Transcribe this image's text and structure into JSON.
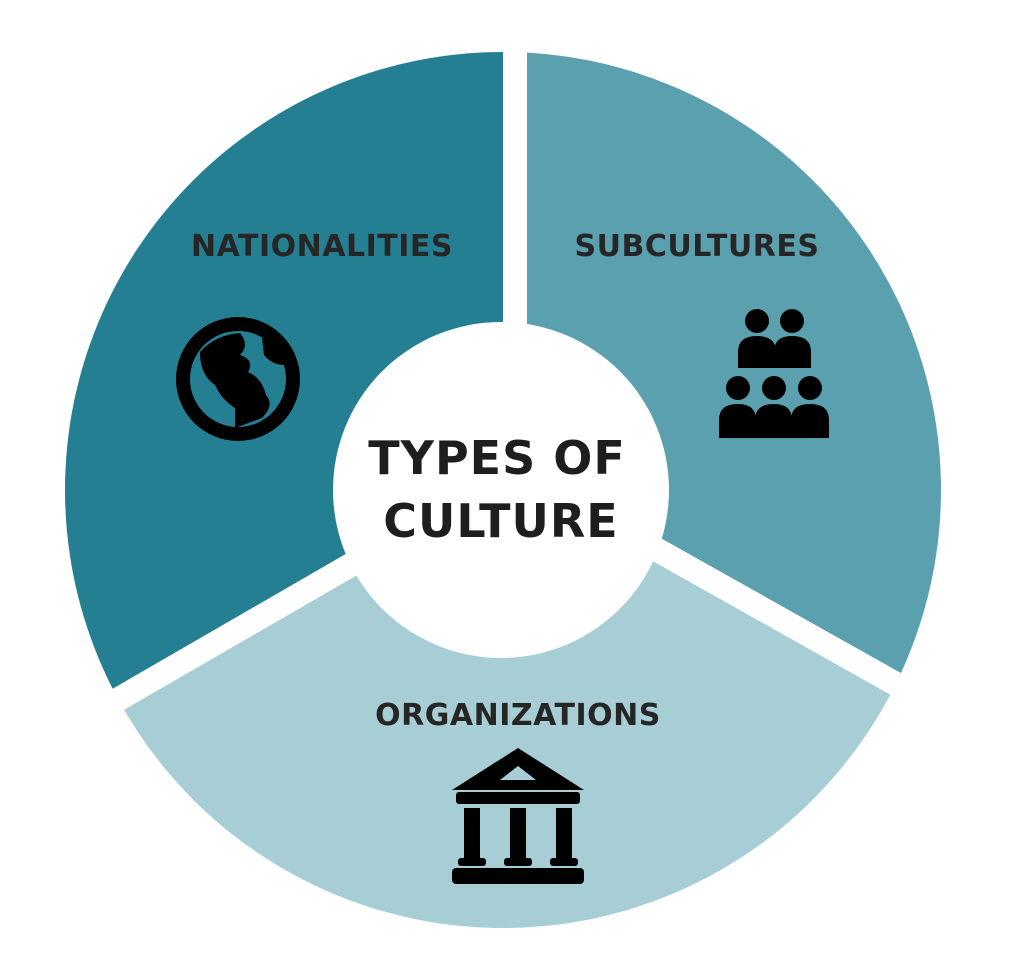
{
  "title": {
    "line1": "TYPES OF",
    "line2": "CULTURE"
  },
  "segments": [
    {
      "label": "NATIONALITIES",
      "icon": "globe-icon",
      "color": "#257f93"
    },
    {
      "label": "SUBCULTURES",
      "icon": "people-group-icon",
      "color": "#5ba0ae"
    },
    {
      "label": "ORGANIZATIONS",
      "icon": "institution-building-icon",
      "color": "#a7ced5"
    }
  ]
}
